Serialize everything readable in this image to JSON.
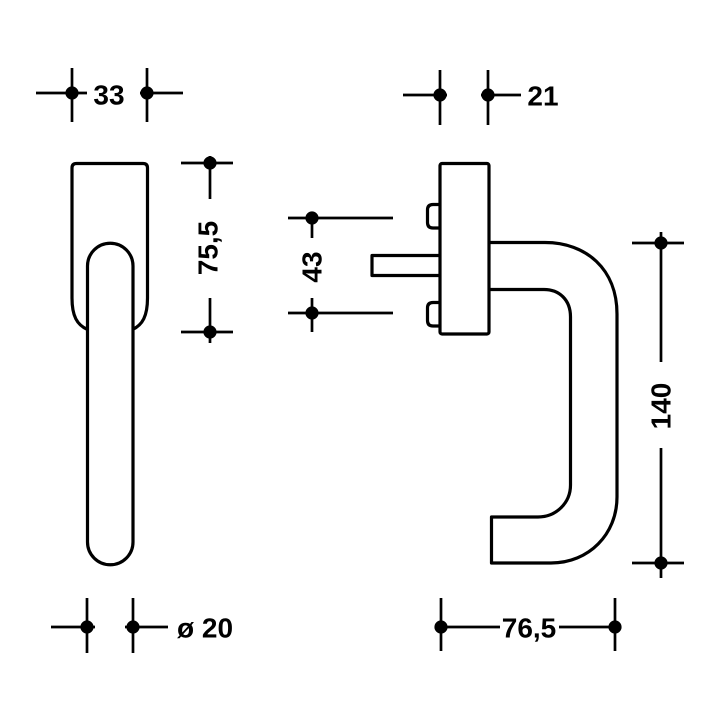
{
  "canvas": {
    "background": "#ffffff",
    "line_color": "#000000"
  },
  "front_view": {
    "width_label": "33",
    "height_label": "75,5",
    "grip_diameter_label": "ø 20"
  },
  "side_view": {
    "depth_label": "21",
    "screw_spacing_label": "43",
    "height_label": "140",
    "projection_label": "76,5"
  }
}
